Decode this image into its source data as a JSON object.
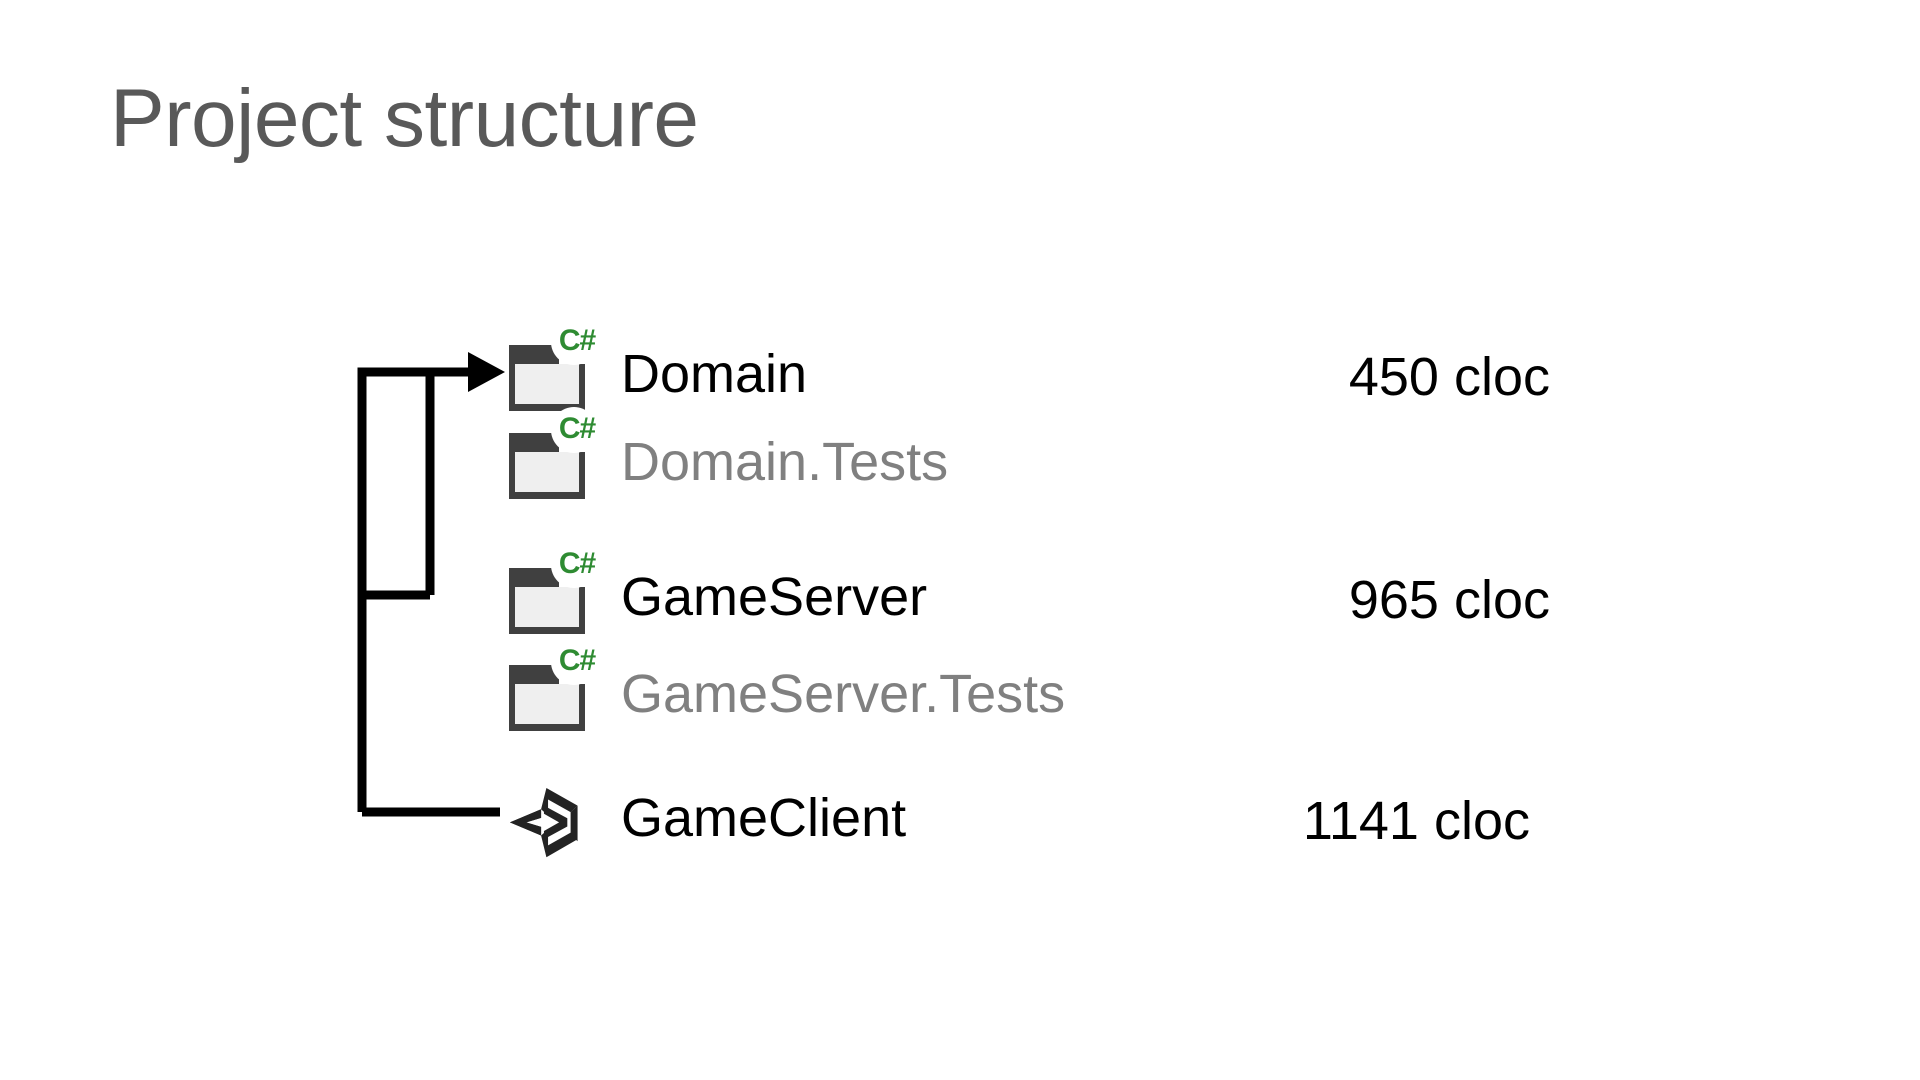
{
  "slide": {
    "title": "Project structure",
    "background_color": "#ffffff",
    "title_color": "#595959"
  },
  "colors": {
    "text_primary": "#000000",
    "text_muted": "#808080",
    "icon_frame": "#404040",
    "icon_inner": "#efefef",
    "csharp_green": "#2e8b32",
    "connector": "#000000",
    "unity_logo": "#232323"
  },
  "diagram": {
    "type": "project-dependency-tree",
    "rows": [
      {
        "id": "domain",
        "icon": "csharp-project-icon",
        "badge": "C#",
        "label": "Domain",
        "muted": false,
        "cloc": "450 cloc"
      },
      {
        "id": "domain-tests",
        "icon": "csharp-project-icon",
        "badge": "C#",
        "label": "Domain.Tests",
        "muted": true,
        "cloc": ""
      },
      {
        "id": "gameserver",
        "icon": "csharp-project-icon",
        "badge": "C#",
        "label": "GameServer",
        "muted": false,
        "cloc": "965 cloc"
      },
      {
        "id": "gameserver-tests",
        "icon": "csharp-project-icon",
        "badge": "C#",
        "label": "GameServer.Tests",
        "muted": true,
        "cloc": ""
      },
      {
        "id": "gameclient",
        "icon": "unity-logo-icon",
        "badge": "",
        "label": "GameClient",
        "muted": false,
        "cloc": "1141 cloc"
      }
    ],
    "connections": [
      {
        "from": "gameserver",
        "to": "domain",
        "arrow": true
      },
      {
        "from": "gameclient",
        "to": "domain",
        "arrow": true
      }
    ]
  }
}
